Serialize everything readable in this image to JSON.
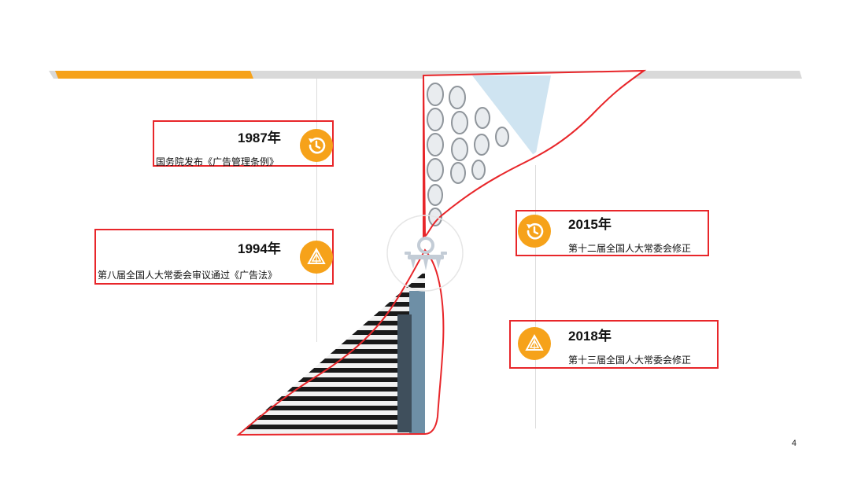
{
  "slide": {
    "page_number": "4",
    "accent_color": "#f6a21a",
    "annotation_color": "#e8262a",
    "bar_color": "#d9d9d9"
  },
  "timeline": [
    {
      "year": "1987年",
      "text": "国务院发布《广告管理条例》",
      "icon": "history-icon"
    },
    {
      "year": "1994年",
      "text": "第八届全国人大常委会审议通过《广告法》",
      "icon": "triangle-icon"
    },
    {
      "year": "2015年",
      "text": "第十二届全国人大常委会修正",
      "icon": "history-icon"
    },
    {
      "year": "2018年",
      "text": "第十三届全国人大常委会修正",
      "icon": "triangle-icon"
    }
  ],
  "center_icon": "team-icon"
}
